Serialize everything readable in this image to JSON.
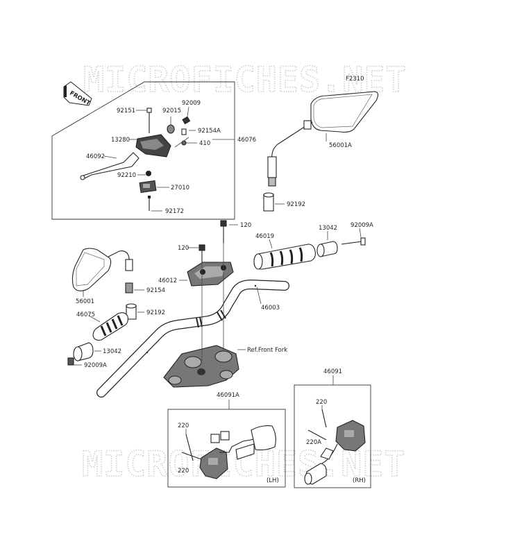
{
  "diagram_code": "F2310",
  "watermark": "MICROFICHES.NET",
  "front_badge": "FRONT",
  "callouts": {
    "p92009": "92009",
    "p92151": "92151",
    "p92015": "92015",
    "p92154A": "92154A",
    "p13280": "13280",
    "p410": "410",
    "p46076": "46076",
    "p46092": "46092",
    "p92210": "92210",
    "p27010": "27010",
    "p92172": "92172",
    "p56001A": "56001A",
    "p92192_top": "92192",
    "p120_top": "120",
    "p13042_right": "13042",
    "p92009A_right": "92009A",
    "p46019": "46019",
    "p120_left": "120",
    "p46012": "46012",
    "p92154": "92154",
    "p56001": "56001",
    "p46003": "46003",
    "p46075": "46075",
    "p92192_left": "92192",
    "p13042_left": "13042",
    "p92009A_left": "92009A",
    "ref_front_fork": "Ref.Front Fork",
    "p46091": "46091",
    "p46091A": "46091A",
    "p220_lh1": "220",
    "p220_lh2": "220",
    "lh": "(LH)",
    "p220_rh": "220",
    "p220A_rh": "220A",
    "rh": "(RH)"
  }
}
